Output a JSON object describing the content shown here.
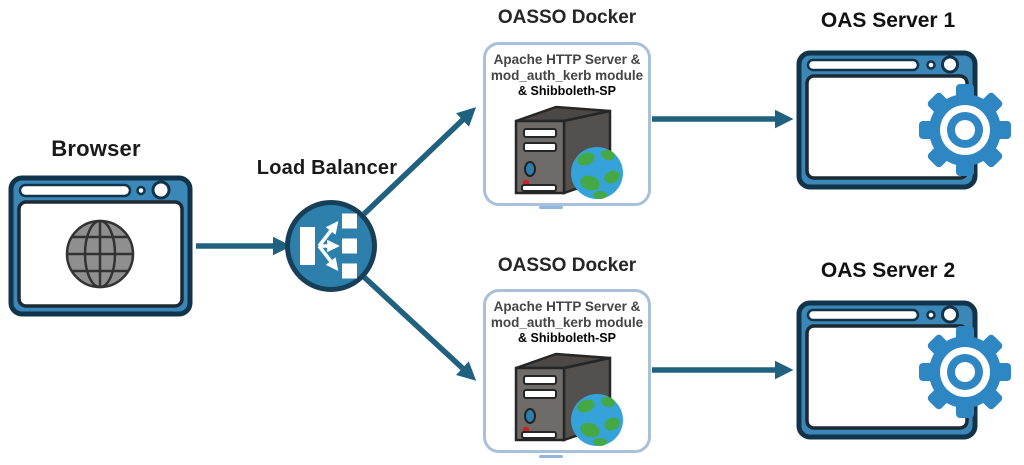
{
  "diagram": {
    "browser": {
      "label": "Browser"
    },
    "load_balancer": {
      "label": "Load Balancer"
    },
    "docker_nodes": [
      {
        "title": "OASSO Docker",
        "line1": "Apache HTTP Server &",
        "line2": "mod_auth_kerb module",
        "line3": "& Shibboleth-SP"
      },
      {
        "title": "OASSO Docker",
        "line1": "Apache HTTP Server &",
        "line2": "mod_auth_kerb module",
        "line3": "& Shibboleth-SP"
      }
    ],
    "oas_servers": [
      {
        "label": "OAS Server 1"
      },
      {
        "label": "OAS Server 2"
      }
    ],
    "colors": {
      "arrow": "#20617f",
      "node_blue": "#3a87b8",
      "node_outline": "#12344a",
      "lb_fill": "#2d80ac",
      "lb_outline": "#173f57",
      "gear_blue": "#2e86c2",
      "docker_border": "#a9c0da",
      "server_gray": "#6f6b68",
      "server_side": "#54504d",
      "globe_blue": "#35a3d9",
      "globe_green": "#44a944"
    }
  }
}
